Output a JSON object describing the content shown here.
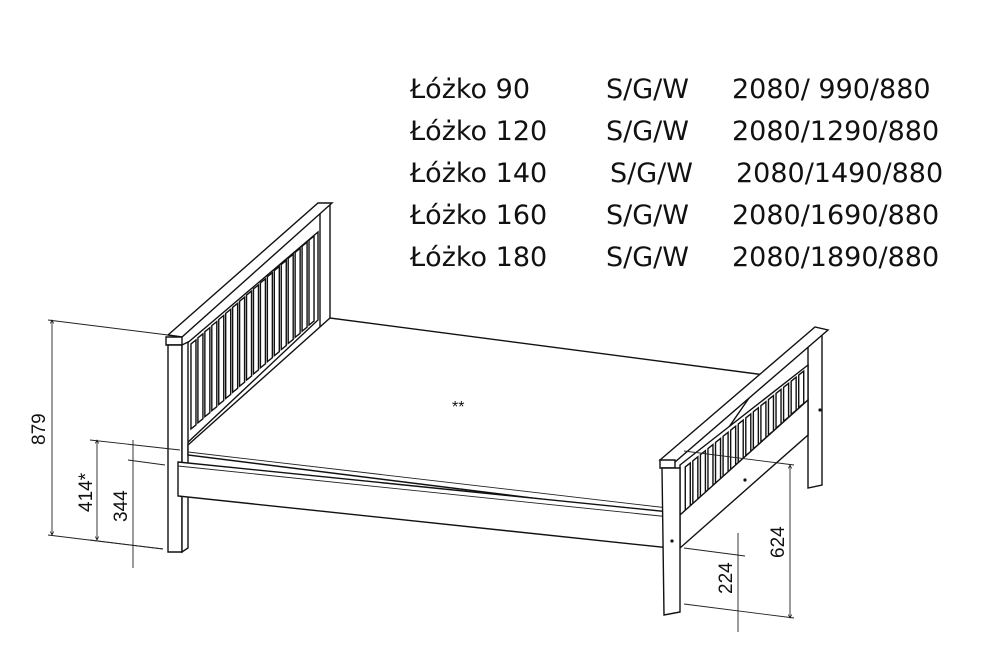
{
  "specs": [
    {
      "name": "Łóżko 90",
      "code": "S/G/W",
      "dims": "2080/ 990/880"
    },
    {
      "name": "Łóżko 120",
      "code": "S/G/W",
      "dims": "2080/1290/880"
    },
    {
      "name": "Łóżko 140",
      "code": "S/G/W",
      "dims": "2080/1490/880"
    },
    {
      "name": "Łóżko 160",
      "code": "S/G/W",
      "dims": "2080/1690/880"
    },
    {
      "name": "Łóżko 180",
      "code": "S/G/W",
      "dims": "2080/1890/880"
    }
  ],
  "dimensions": {
    "total_height": "879",
    "mattress_height": "414*",
    "rail_height": "344",
    "footboard_height": "624",
    "footboard_clearance": "224",
    "mattress_note": "**"
  }
}
